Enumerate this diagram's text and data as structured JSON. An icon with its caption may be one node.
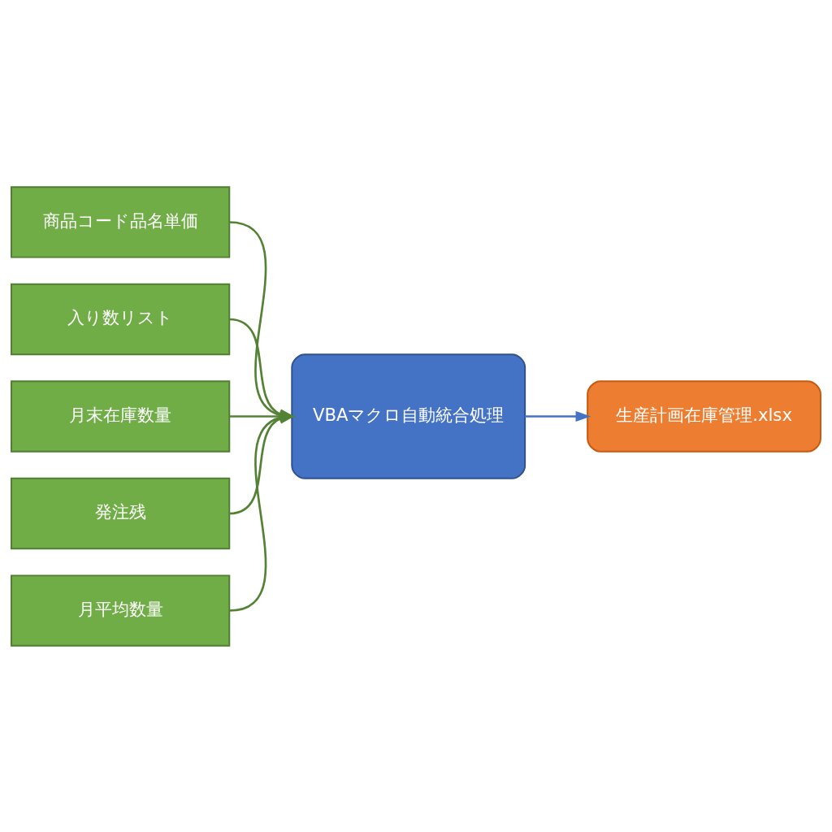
{
  "diagram": {
    "nodes": [
      {
        "text": [
          "商品コード品名単価"
        ]
      },
      {
        "text": [
          "入り数リスト"
        ]
      },
      {
        "text": [
          "月末在庫数量"
        ]
      },
      {
        "text": [
          "発注残"
        ]
      },
      {
        "text": [
          "月平均数量"
        ]
      },
      {
        "text": [
          "VBAマクロ自動統合処理"
        ]
      },
      {
        "text": [
          "生産計画在庫管理.xlsx"
        ]
      }
    ],
    "edges": [
      {
        "from": 0,
        "to": 5,
        "arrow": "to"
      },
      {
        "from": 1,
        "to": 5,
        "arrow": "to"
      },
      {
        "from": 2,
        "to": 5,
        "arrow": "to"
      },
      {
        "from": 3,
        "to": 5,
        "arrow": "to"
      },
      {
        "from": 4,
        "to": 5,
        "arrow": "to"
      },
      {
        "from": 5,
        "to": 6,
        "arrow": "to",
        "color": "#4472c4"
      }
    ]
  }
}
